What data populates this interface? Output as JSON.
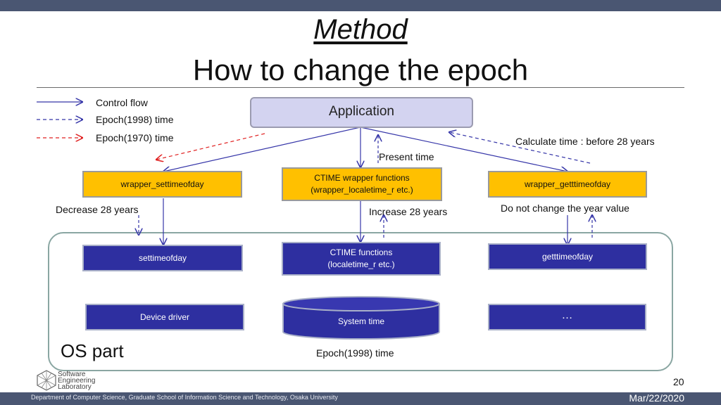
{
  "title": "Method",
  "subtitle": "How to change the epoch",
  "legend": {
    "control_flow": "Control flow",
    "epoch1998": "Epoch(1998) time",
    "epoch1970": "Epoch(1970) time"
  },
  "colors": {
    "control_flow": "#3535a8",
    "epoch1998": "#3535a8",
    "epoch1970": "#e02020",
    "wrapper_box": "#ffc000",
    "os_box": "#2e2fa0",
    "application_box": "#d3d3f0"
  },
  "application": "Application",
  "wrappers": {
    "settime": "wrapper_settimeofday",
    "ctime_line1": "CTIME wrapper functions",
    "ctime_line2": "(wrapper_localetime_r etc.)",
    "gettime": "wrapper_getttimeofday"
  },
  "annotations": {
    "present_time": "Present time",
    "calculate_time": "Calculate time : before 28 years",
    "decrease": "Decrease 28 years",
    "increase": "Increase 28 years",
    "no_change": "Do not change the year value",
    "epoch1998_bottom": "Epoch(1998) time"
  },
  "os": {
    "label": "OS part",
    "settime": "settimeofday",
    "ctime_line1": "CTIME functions",
    "ctime_line2": "(localetime_r etc.)",
    "gettime": "getttimeofday",
    "device_driver": "Device driver",
    "system_time": "System time",
    "ellipsis": "…"
  },
  "footer": {
    "department": "Department of Computer Science, Graduate School of Information Science and Technology, Osaka University",
    "date": "Mar/22/2020",
    "page": "20",
    "logo_line1": "Software",
    "logo_line2": "Engineering",
    "logo_line3": "Laboratory"
  }
}
